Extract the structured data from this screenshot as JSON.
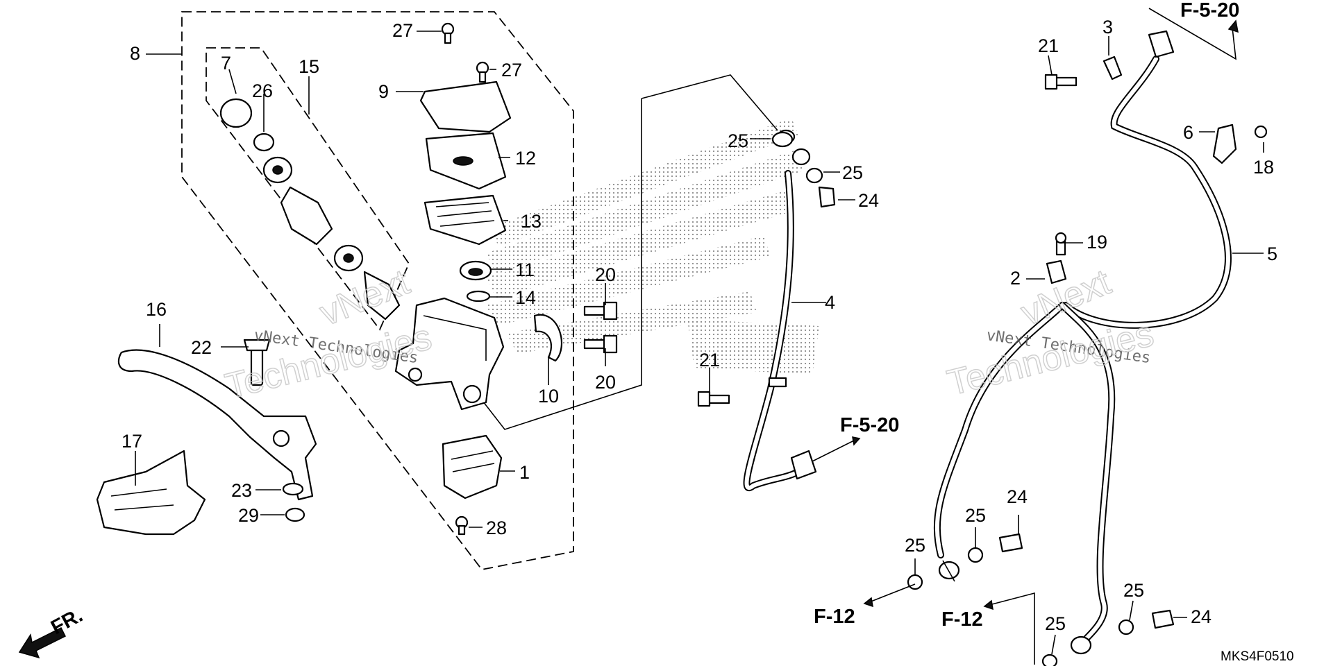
{
  "labels": {
    "p1": "1",
    "p2": "2",
    "p3": "3",
    "p4": "4",
    "p5": "5",
    "p6": "6",
    "p7": "7",
    "p8": "8",
    "p9": "9",
    "p10": "10",
    "p11": "11",
    "p12": "12",
    "p13": "13",
    "p14": "14",
    "p15": "15",
    "p16": "16",
    "p17": "17",
    "p18": "18",
    "p19": "19",
    "p20a": "20",
    "p20b": "20",
    "p21a": "21",
    "p21b": "21",
    "p22": "22",
    "p23": "23",
    "p24a": "24",
    "p24b": "24",
    "p24c": "24",
    "p25a": "25",
    "p25b": "25",
    "p25c": "25",
    "p25d": "25",
    "p25e": "25",
    "p25f": "25",
    "p26": "26",
    "p27a": "27",
    "p27b": "27",
    "p28": "28",
    "p29": "29"
  },
  "references": {
    "f520_top": "F-5-20",
    "f520_mid": "F-5-20",
    "f12_left": "F-12",
    "f12_right": "F-12"
  },
  "direction": "FR.",
  "diagram_code": "MKS4F0510",
  "watermarks": {
    "left_small": "vNext Technologies",
    "right_small": "vNext Technologies",
    "left_big_a": "vNext",
    "left_big_b": "Technologies",
    "right_big_a": "vNext",
    "right_big_b": "Technologies"
  }
}
